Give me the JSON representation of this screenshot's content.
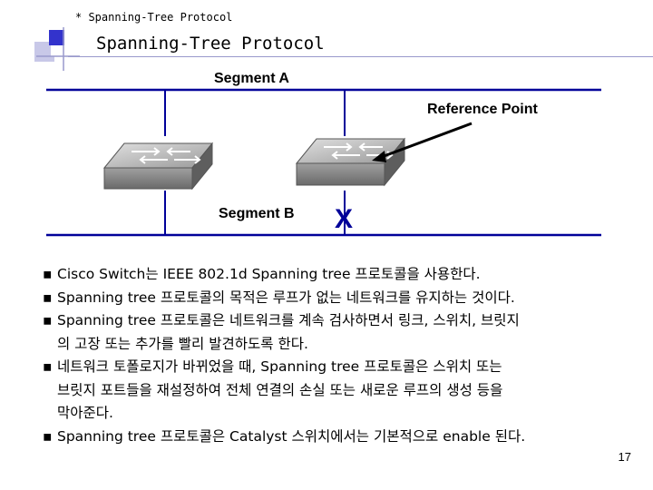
{
  "header": {
    "small_title": "* Spanning-Tree Protocol"
  },
  "slide": {
    "title": "Spanning-Tree Protocol"
  },
  "diagram": {
    "segment_a": "Segment A",
    "segment_b": "Segment B",
    "reference_point": "Reference Point",
    "blocked_mark": "X"
  },
  "bullets": [
    "Cisco Switch는 IEEE 802.1d Spanning tree 프로토콜을 사용한다.",
    "Spanning tree 프로토콜의 목적은 루프가 없는 네트워크를 유지하는 것이다.",
    "Spanning tree 프로토콜은 네트워크를 계속 검사하면서 링크, 스위치, 브릿지\n의 고장 또는 추가를 빨리 발견하도록 한다.",
    "네트워크 토폴로지가 바뀌었을 때, Spanning tree 프로토콜은 스위치 또는\n브릿지 포트들을 재설정하여 전체 연결의 손실 또는 새로운 루프의 생성 등을\n막아준다.",
    "Spanning tree 프로토콜은 Catalyst 스위치에서는 기본적으로 enable 된다."
  ],
  "bullet_marker": "▪",
  "page_number": "17",
  "colors": {
    "accent_blue": "#3333cc",
    "segment_line": "#000099",
    "blocked_x": "#000099"
  }
}
